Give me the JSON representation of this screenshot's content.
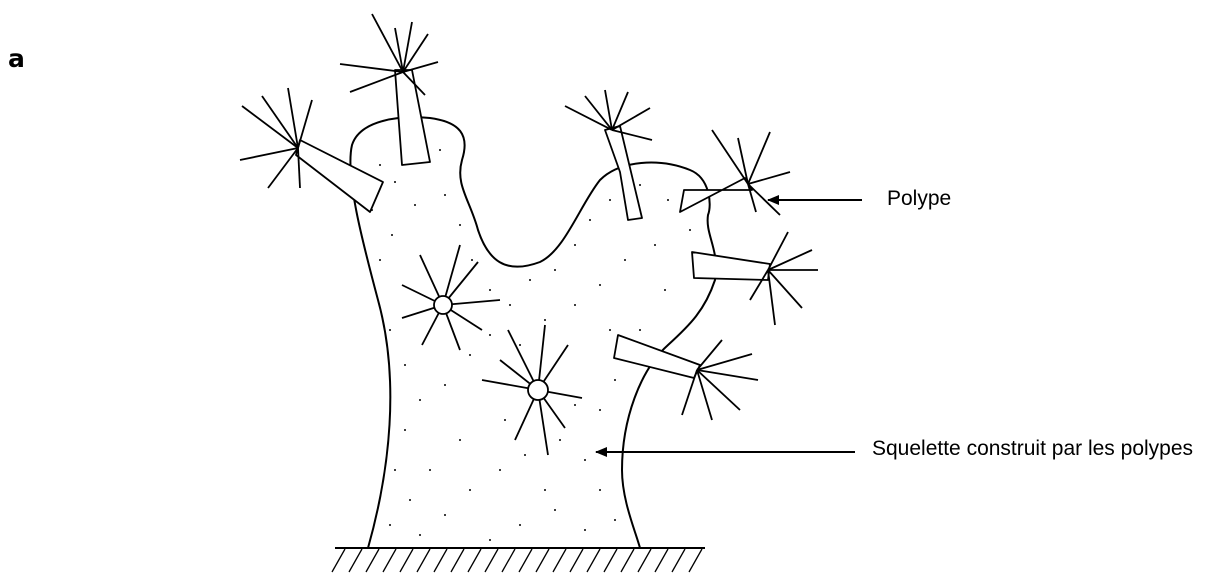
{
  "panel_letter": "a",
  "labels": {
    "polype": "Polype",
    "squelette": "Squelette construit par les polypes"
  },
  "colors": {
    "ink": "#000000",
    "background": "#ffffff"
  }
}
